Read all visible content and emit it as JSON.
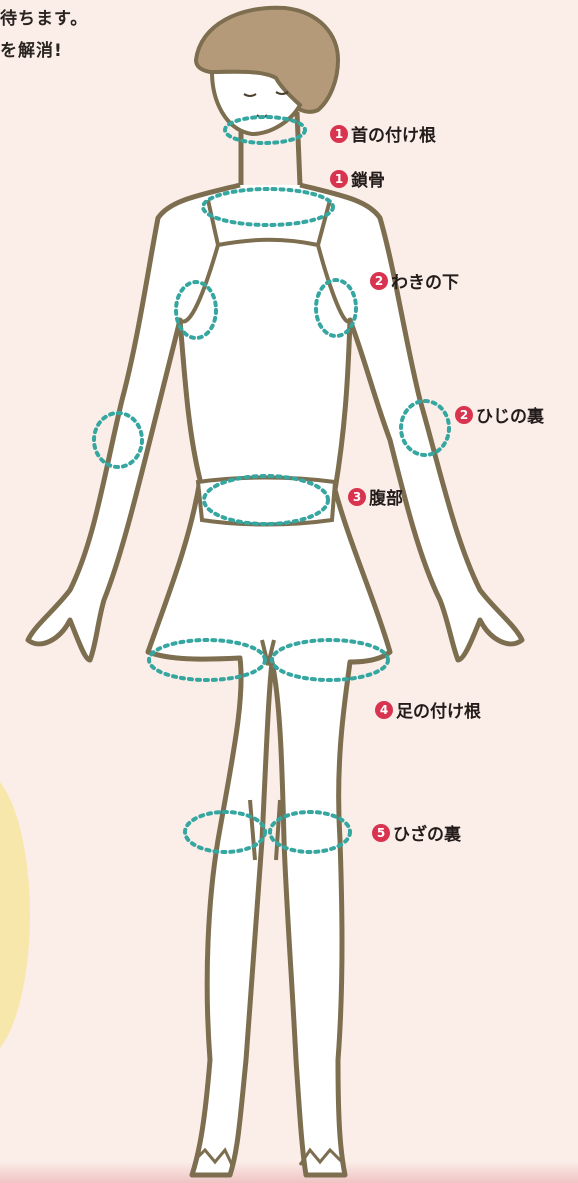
{
  "intro": {
    "line1": "待ちます。",
    "line2": "を解消!"
  },
  "colors": {
    "background": "#fbeee8",
    "outline": "#7d6e50",
    "hair": "#b59a7a",
    "dotted": "#35a6a0",
    "badge": "#d8344f",
    "skin": "#ffffff"
  },
  "labels": [
    {
      "number": "1",
      "text": "首の付け根"
    },
    {
      "number": "1",
      "text": "鎖骨"
    },
    {
      "number": "2",
      "text": "わきの下"
    },
    {
      "number": "2",
      "text": "ひじの裏"
    },
    {
      "number": "3",
      "text": "腹部"
    },
    {
      "number": "4",
      "text": "足の付け根"
    },
    {
      "number": "5",
      "text": "ひざの裏"
    }
  ]
}
